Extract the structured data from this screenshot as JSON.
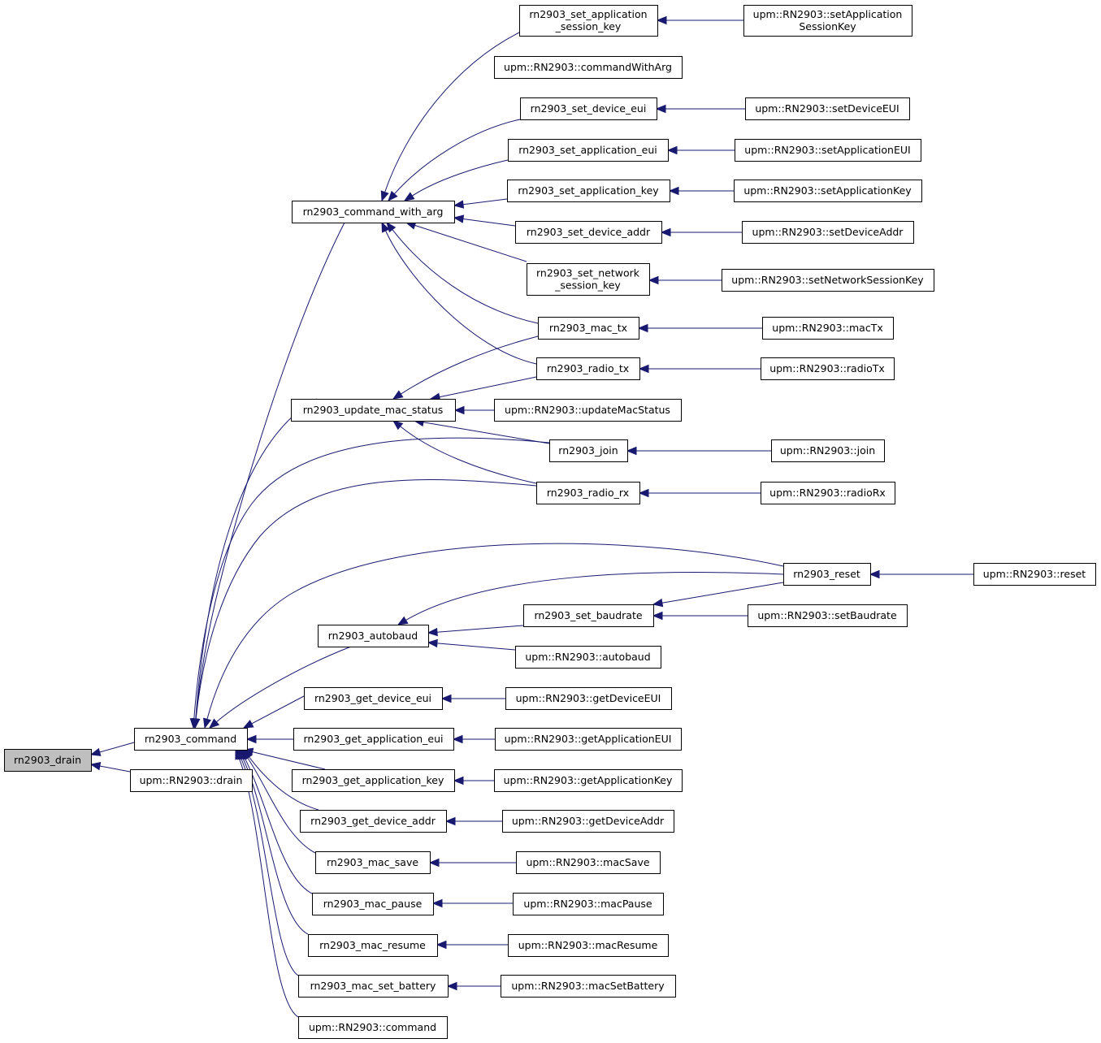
{
  "diagram": {
    "type": "call-graph",
    "edge_color": "#191970",
    "root_fill": "#bfbfbf",
    "nodes": {
      "drain": [
        "rn2903_drain"
      ],
      "command": [
        "rn2903_command"
      ],
      "upm_drain": [
        "upm::RN2903::drain"
      ],
      "cmd_with_arg": [
        "rn2903_command_with_arg"
      ],
      "update_mac_status": [
        "rn2903_update_mac_status"
      ],
      "autobaud": [
        "rn2903_autobaud"
      ],
      "get_device_eui": [
        "rn2903_get_device_eui"
      ],
      "get_application_eui": [
        "rn2903_get_application_eui"
      ],
      "get_application_key": [
        "rn2903_get_application_key"
      ],
      "get_device_addr": [
        "rn2903_get_device_addr"
      ],
      "mac_save": [
        "rn2903_mac_save"
      ],
      "mac_pause": [
        "rn2903_mac_pause"
      ],
      "mac_resume": [
        "rn2903_mac_resume"
      ],
      "mac_set_battery": [
        "rn2903_mac_set_battery"
      ],
      "upm_command": [
        "upm::RN2903::command"
      ],
      "set_app_session_key": [
        "rn2903_set_application",
        "_session_key"
      ],
      "upm_command_with_arg": [
        "upm::RN2903::commandWithArg"
      ],
      "set_device_eui": [
        "rn2903_set_device_eui"
      ],
      "set_application_eui": [
        "rn2903_set_application_eui"
      ],
      "set_application_key": [
        "rn2903_set_application_key"
      ],
      "set_device_addr": [
        "rn2903_set_device_addr"
      ],
      "set_network_session_key": [
        "rn2903_set_network",
        "_session_key"
      ],
      "mac_tx": [
        "rn2903_mac_tx"
      ],
      "radio_tx": [
        "rn2903_radio_tx"
      ],
      "upm_update_mac_status": [
        "upm::RN2903::updateMacStatus"
      ],
      "join": [
        "rn2903_join"
      ],
      "radio_rx": [
        "rn2903_radio_rx"
      ],
      "reset": [
        "rn2903_reset"
      ],
      "set_baudrate": [
        "rn2903_set_baudrate"
      ],
      "upm_autobaud": [
        "upm::RN2903::autobaud"
      ],
      "upm_get_device_eui": [
        "upm::RN2903::getDeviceEUI"
      ],
      "upm_get_application_eui": [
        "upm::RN2903::getApplicationEUI"
      ],
      "upm_get_application_key": [
        "upm::RN2903::getApplicationKey"
      ],
      "upm_get_device_addr": [
        "upm::RN2903::getDeviceAddr"
      ],
      "upm_mac_save": [
        "upm::RN2903::macSave"
      ],
      "upm_mac_pause": [
        "upm::RN2903::macPause"
      ],
      "upm_mac_resume": [
        "upm::RN2903::macResume"
      ],
      "upm_mac_set_battery": [
        "upm::RN2903::macSetBattery"
      ],
      "upm_set_app_session_key": [
        "upm::RN2903::setApplication",
        "SessionKey"
      ],
      "upm_set_device_eui": [
        "upm::RN2903::setDeviceEUI"
      ],
      "upm_set_application_eui": [
        "upm::RN2903::setApplicationEUI"
      ],
      "upm_set_application_key": [
        "upm::RN2903::setApplicationKey"
      ],
      "upm_set_device_addr": [
        "upm::RN2903::setDeviceAddr"
      ],
      "upm_set_network_session_key": [
        "upm::RN2903::setNetworkSessionKey"
      ],
      "upm_mac_tx": [
        "upm::RN2903::macTx"
      ],
      "upm_radio_tx": [
        "upm::RN2903::radioTx"
      ],
      "upm_join": [
        "upm::RN2903::join"
      ],
      "upm_radio_rx": [
        "upm::RN2903::radioRx"
      ],
      "upm_reset": [
        "upm::RN2903::reset"
      ],
      "upm_set_baudrate": [
        "upm::RN2903::setBaudrate"
      ]
    },
    "edges": [
      [
        "command",
        "drain"
      ],
      [
        "upm_drain",
        "drain"
      ],
      [
        "cmd_with_arg",
        "command"
      ],
      [
        "update_mac_status",
        "command"
      ],
      [
        "autobaud",
        "command"
      ],
      [
        "get_device_eui",
        "command"
      ],
      [
        "get_application_eui",
        "command"
      ],
      [
        "get_application_key",
        "command"
      ],
      [
        "get_device_addr",
        "command"
      ],
      [
        "mac_save",
        "command"
      ],
      [
        "mac_pause",
        "command"
      ],
      [
        "mac_resume",
        "command"
      ],
      [
        "mac_set_battery",
        "command"
      ],
      [
        "upm_command",
        "command"
      ],
      [
        "join",
        "command"
      ],
      [
        "radio_rx",
        "command"
      ],
      [
        "reset",
        "command"
      ],
      [
        "set_app_session_key",
        "cmd_with_arg"
      ],
      [
        "upm_command_with_arg",
        "cmd_with_arg"
      ],
      [
        "set_device_eui",
        "cmd_with_arg"
      ],
      [
        "set_application_eui",
        "cmd_with_arg"
      ],
      [
        "set_application_key",
        "cmd_with_arg"
      ],
      [
        "set_device_addr",
        "cmd_with_arg"
      ],
      [
        "set_network_session_key",
        "cmd_with_arg"
      ],
      [
        "mac_tx",
        "cmd_with_arg"
      ],
      [
        "radio_tx",
        "cmd_with_arg"
      ],
      [
        "mac_tx",
        "update_mac_status"
      ],
      [
        "radio_tx",
        "update_mac_status"
      ],
      [
        "upm_update_mac_status",
        "update_mac_status"
      ],
      [
        "join",
        "update_mac_status"
      ],
      [
        "radio_rx",
        "update_mac_status"
      ],
      [
        "set_baudrate",
        "autobaud"
      ],
      [
        "upm_autobaud",
        "autobaud"
      ],
      [
        "reset",
        "autobaud"
      ],
      [
        "reset",
        "set_baudrate"
      ],
      [
        "upm_set_app_session_key",
        "set_app_session_key"
      ],
      [
        "upm_set_device_eui",
        "set_device_eui"
      ],
      [
        "upm_set_application_eui",
        "set_application_eui"
      ],
      [
        "upm_set_application_key",
        "set_application_key"
      ],
      [
        "upm_set_device_addr",
        "set_device_addr"
      ],
      [
        "upm_set_network_session_key",
        "set_network_session_key"
      ],
      [
        "upm_mac_tx",
        "mac_tx"
      ],
      [
        "upm_radio_tx",
        "radio_tx"
      ],
      [
        "upm_join",
        "join"
      ],
      [
        "upm_radio_rx",
        "radio_rx"
      ],
      [
        "upm_reset",
        "reset"
      ],
      [
        "upm_set_baudrate",
        "set_baudrate"
      ],
      [
        "upm_get_device_eui",
        "get_device_eui"
      ],
      [
        "upm_get_application_eui",
        "get_application_eui"
      ],
      [
        "upm_get_application_key",
        "get_application_key"
      ],
      [
        "upm_get_device_addr",
        "get_device_addr"
      ],
      [
        "upm_mac_save",
        "mac_save"
      ],
      [
        "upm_mac_pause",
        "mac_pause"
      ],
      [
        "upm_mac_resume",
        "mac_resume"
      ],
      [
        "upm_mac_set_battery",
        "mac_set_battery"
      ]
    ]
  }
}
